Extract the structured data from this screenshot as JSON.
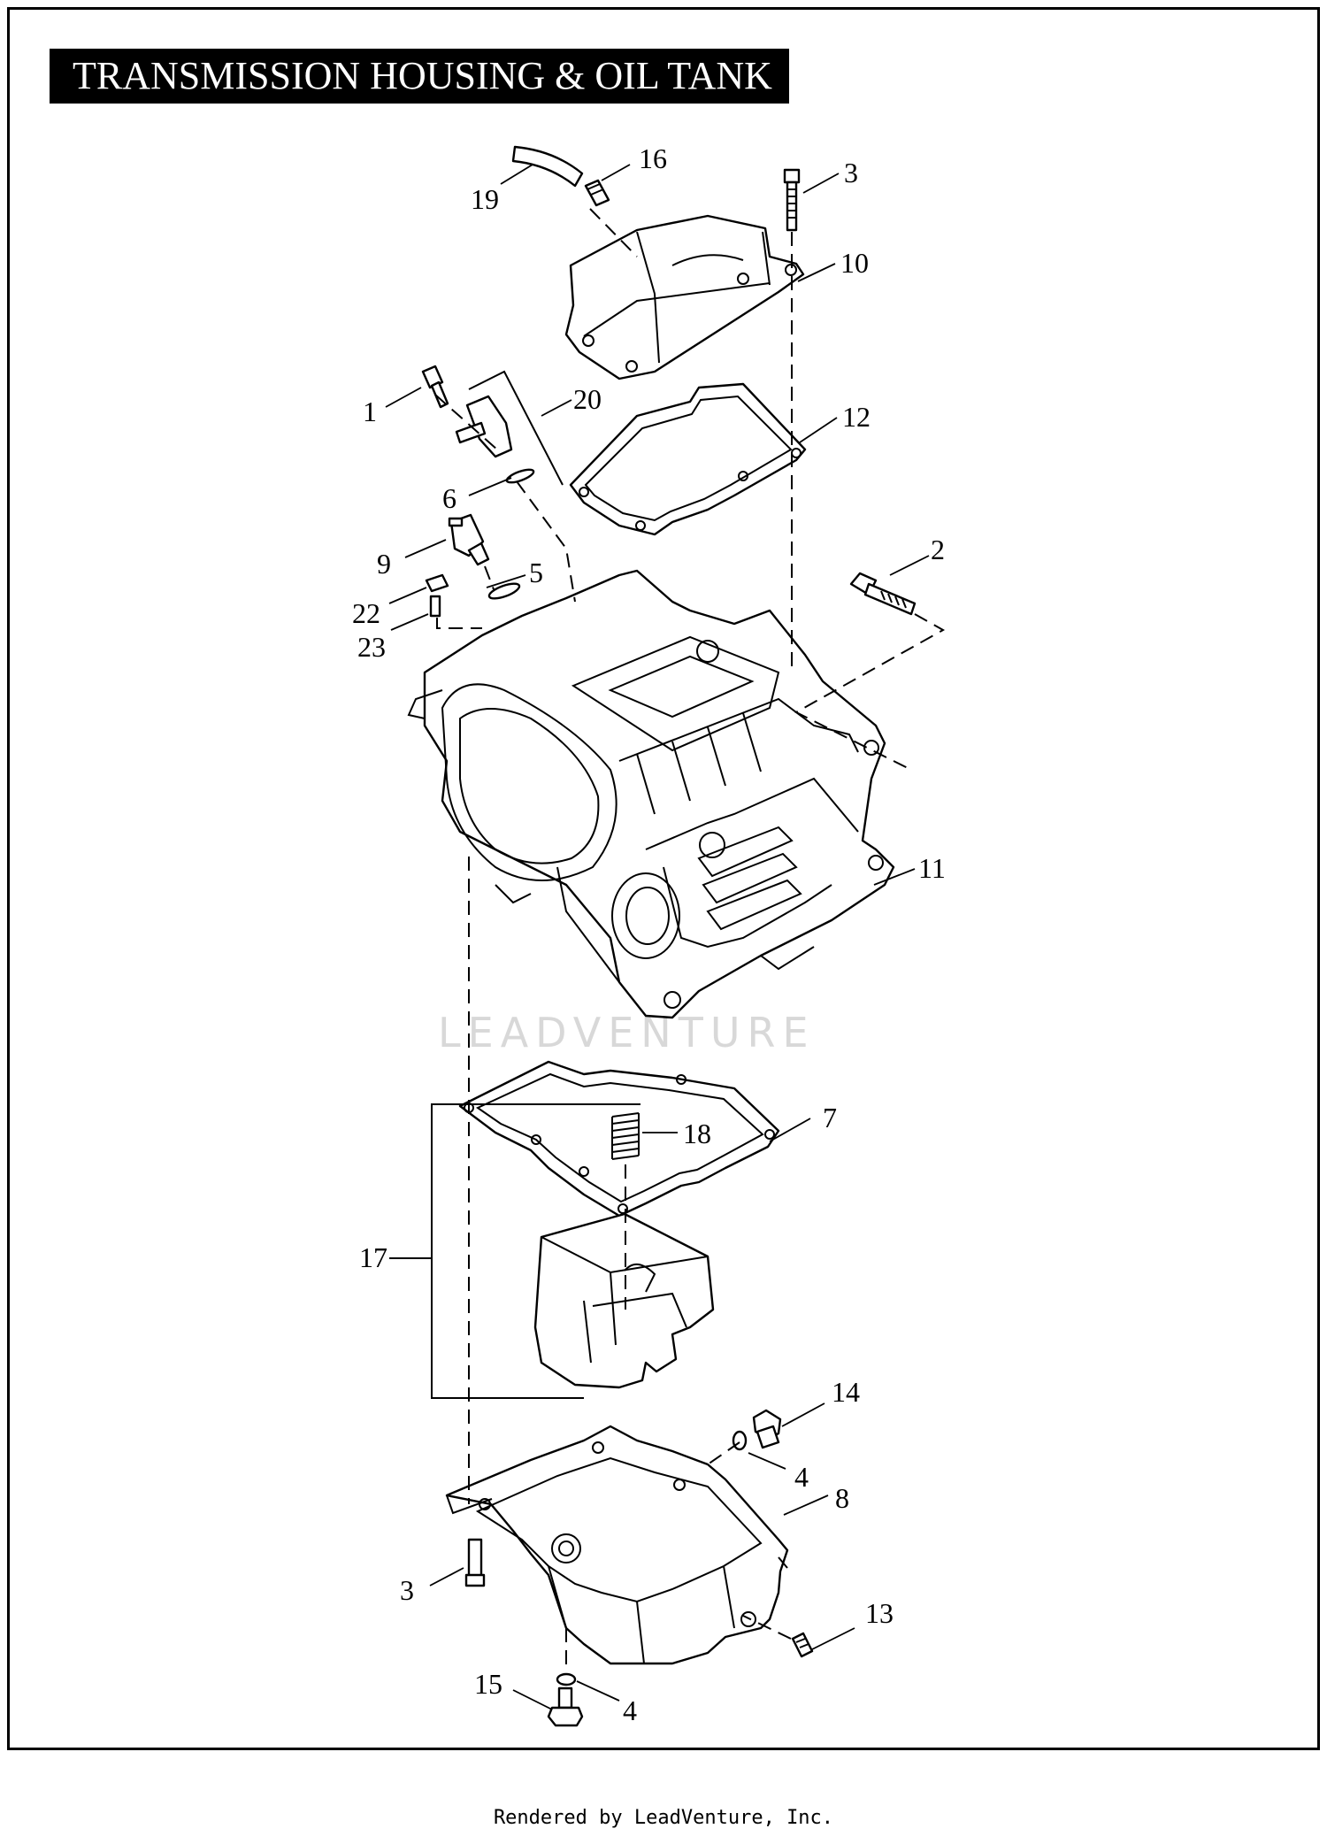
{
  "title": "TRANSMISSION HOUSING & OIL TANK",
  "watermark": "LEADVENTURE",
  "footer": "Rendered by LeadVenture, Inc.",
  "callouts": {
    "c1": "1",
    "c2": "2",
    "c3a": "3",
    "c3b": "3",
    "c4a": "4",
    "c4b": "4",
    "c5": "5",
    "c6": "6",
    "c7": "7",
    "c8": "8",
    "c9": "9",
    "c10": "10",
    "c11": "11",
    "c12": "12",
    "c13": "13",
    "c14": "14",
    "c15": "15",
    "c16": "16",
    "c17": "17",
    "c18": "18",
    "c19": "19",
    "c20": "20",
    "c22": "22",
    "c23": "23"
  },
  "colors": {
    "line": "#000000",
    "background": "#ffffff",
    "watermark": "#d8d8d8"
  }
}
